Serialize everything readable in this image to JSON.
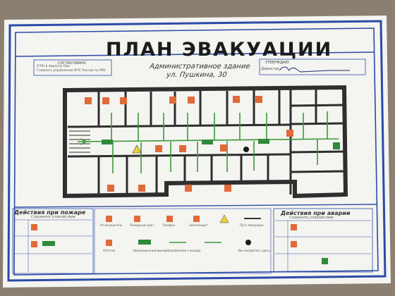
{
  "plan": {
    "title": "ПЛАН ЭВАКУАЦИИ",
    "subtitle_line1": "Административное здание",
    "subtitle_line2": "ул. Пушкина, 30"
  },
  "approvals": {
    "left_label": "СОГЛАСОВАНО",
    "left_line1": "(ГПН в Авиастр-Ова",
    "left_line2": "Главного управления МЧС России по РМ)",
    "right_label": "УТВЕРЖДАЮ",
    "right_role": "Директор"
  },
  "legend_fire": {
    "heading": "Действия при пожаре",
    "subheading": "Сохранять спокойствие"
  },
  "legend_accident": {
    "heading": "Действия при аварии",
    "subheading": "Сохранять спокойствие"
  },
  "legend_symbols": [
    {
      "label": "Огнетушитель"
    },
    {
      "label": "Пожарный кран"
    },
    {
      "label": "Телефон"
    },
    {
      "label": "Электрощит"
    },
    {
      "label": "Путь эвакуации"
    },
    {
      "label": "Аптечка"
    },
    {
      "label": "Эвакуационный выход"
    },
    {
      "label": "Направление к выходу"
    },
    {
      "label": "Вы находитесь здесь"
    }
  ],
  "colors": {
    "paper": "#f4f4f0",
    "frame_blue": "#2b4aa8",
    "wall": "#2e2e2e",
    "route_green": "#3a9a3a",
    "sign_orange": "#e06a3a",
    "exit_green": "#2f8a3a",
    "warning_yellow": "#f1d23a",
    "background": "#8a7f71"
  }
}
